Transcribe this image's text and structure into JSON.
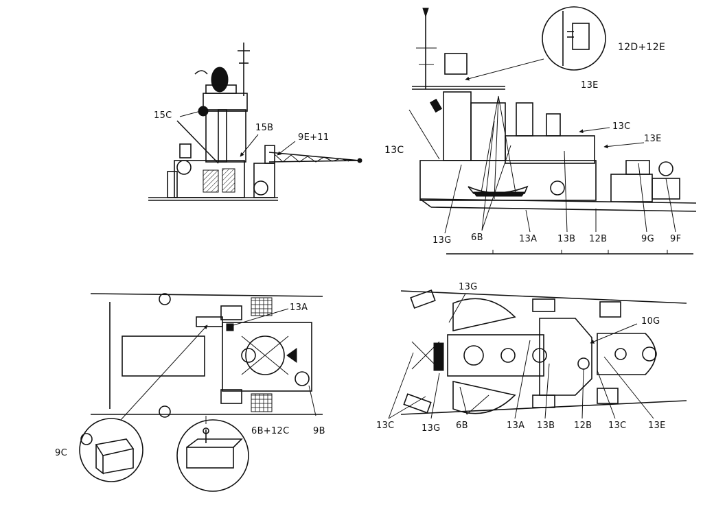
{
  "callouts": {
    "c15C": "15C",
    "c15B": "15B",
    "c9E11": "9E+11",
    "c13C_left": "13C",
    "c12D12E": "12D+12E",
    "c13E_inset": "13E",
    "c13C_side": "13C",
    "c13E_side": "13E",
    "c13G_side": "13G",
    "c6B_side": "6B",
    "c13A_side": "13A",
    "c13B_side": "13B",
    "c12B_side": "12B",
    "c9G_side": "9G",
    "c9F_side": "9F",
    "c13A_plan": "13A",
    "c6B12C_plan": "6B+12C",
    "c9B_plan": "9B",
    "c9C_plan": "9C",
    "c13G_top": "13G",
    "c10G_top": "10G",
    "c13C_bl": "13C",
    "c13G_bot": "13G",
    "c6B_bot": "6B",
    "c13A_bot": "13A",
    "c13B_bot": "13B",
    "c12B_bot": "12B",
    "c13C_br": "13C",
    "c13E_bot": "13E"
  }
}
